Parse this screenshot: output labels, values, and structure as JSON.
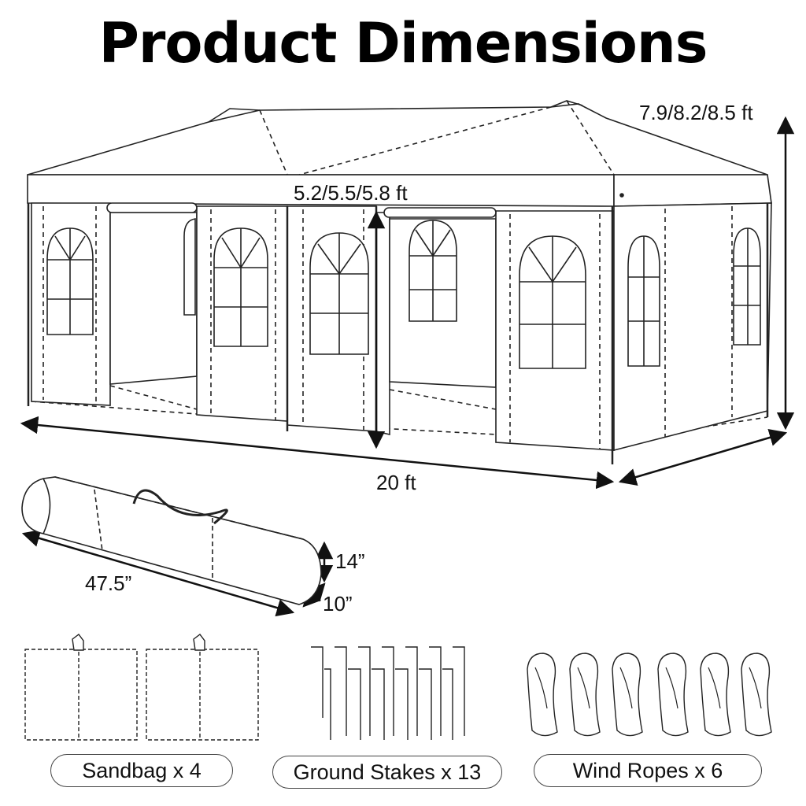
{
  "title": "Product Dimensions",
  "dimensions": {
    "height": "7.9/8.2/8.5 ft",
    "side_height": "5.2/5.5/5.8 ft",
    "length": "20 ft",
    "bag_length": "47.5”",
    "bag_height": "14”",
    "bag_depth": "10”"
  },
  "accessories": [
    {
      "label": "Sandbag x 4",
      "icon": "sandbag-icon"
    },
    {
      "label": "Ground Stakes x 13",
      "icon": "ground-stake-icon"
    },
    {
      "label": "Wind Ropes x 6",
      "icon": "wind-rope-icon"
    }
  ]
}
